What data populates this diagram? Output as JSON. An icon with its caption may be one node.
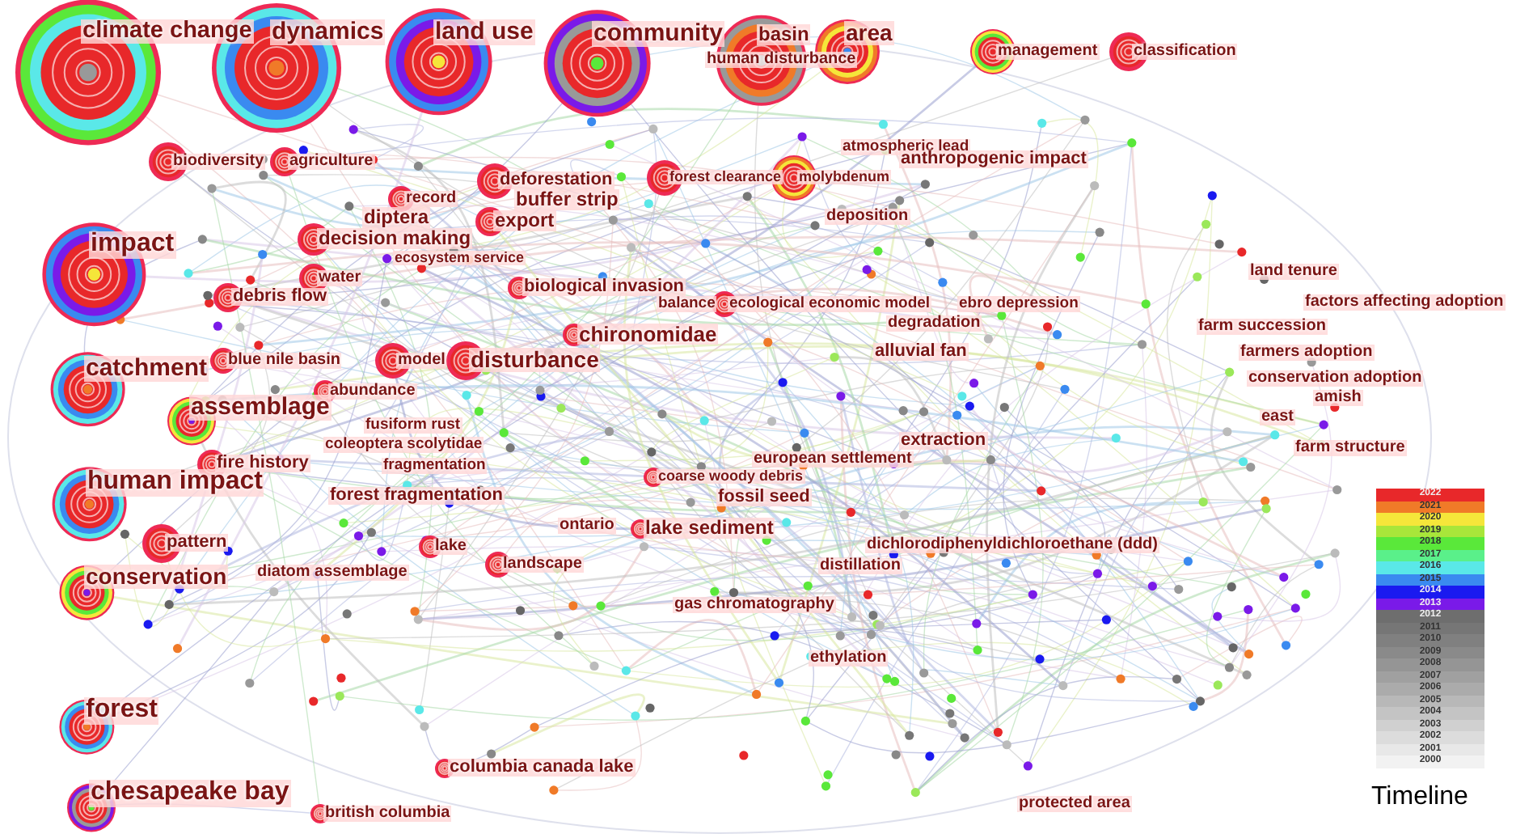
{
  "diagram": {
    "labels": [
      "climate change",
      "dynamics",
      "land use",
      "community",
      "basin",
      "human disturbance",
      "area",
      "management",
      "classification",
      "biodiversity",
      "agriculture",
      "deforestation",
      "buffer strip",
      "forest clearance",
      "molybdenum",
      "atmospheric lead",
      "anthropogenic impact",
      "deposition",
      "record",
      "diptera",
      "export",
      "decision making",
      "ecosystem service",
      "impact",
      "water",
      "debris flow",
      "biological invasion",
      "balance",
      "ecological economic model",
      "ebro depression",
      "degradation",
      "chironomidae",
      "alluvial fan",
      "catchment",
      "blue nile basin",
      "model",
      "disturbance",
      "abundance",
      "assemblage",
      "fusiform rust",
      "coleoptera scolytidae",
      "fire history",
      "fragmentation",
      "human impact",
      "forest fragmentation",
      "extraction",
      "european settlement",
      "coarse woody debris",
      "fossil seed",
      "ontario",
      "lake sediment",
      "pattern",
      "lake",
      "dichlorodiphenyldichloroethane (ddd)",
      "distillation",
      "conservation",
      "diatom assemblage",
      "landscape",
      "gas chromatography",
      "ethylation",
      "forest",
      "columbia canada lake",
      "chesapeake bay",
      "british columbia",
      "protected area",
      "land tenure",
      "factors affecting adoption",
      "farm succession",
      "farmers adoption",
      "conservation adoption",
      "amish",
      "east",
      "farm structure",
      "Timeline"
    ],
    "legend": [
      {
        "text": "2022",
        "color": "#e8282a"
      },
      {
        "text": "2021",
        "color": "#f07a28"
      },
      {
        "text": "2020",
        "color": "#f5e63a"
      },
      {
        "text": "2019",
        "color": "#a8e63a"
      },
      {
        "text": "2018",
        "color": "#5ae83a"
      },
      {
        "text": "2017",
        "color": "#5af08a"
      },
      {
        "text": "2016",
        "color": "#5ae8e8"
      },
      {
        "text": "2015",
        "color": "#3a8af0"
      },
      {
        "text": "2014",
        "color": "#1a1af0"
      },
      {
        "text": "2013",
        "color": "#7a1ae8"
      },
      {
        "text": "2012",
        "color": "#6e6e6e"
      },
      {
        "text": "2011",
        "color": "#767676"
      },
      {
        "text": "2010",
        "color": "#808080"
      },
      {
        "text": "2009",
        "color": "#8a8a8a"
      },
      {
        "text": "2008",
        "color": "#959595"
      },
      {
        "text": "2007",
        "color": "#a0a0a0"
      },
      {
        "text": "2006",
        "color": "#ababab"
      },
      {
        "text": "2005",
        "color": "#b8b8b8"
      },
      {
        "text": "2004",
        "color": "#c4c4c4"
      },
      {
        "text": "2003",
        "color": "#d0d0d0"
      },
      {
        "text": "2002",
        "color": "#dcdcdc"
      },
      {
        "text": "2001",
        "color": "#e8e8e8"
      },
      {
        "text": "2000",
        "color": "#f2f2f2"
      }
    ]
  }
}
